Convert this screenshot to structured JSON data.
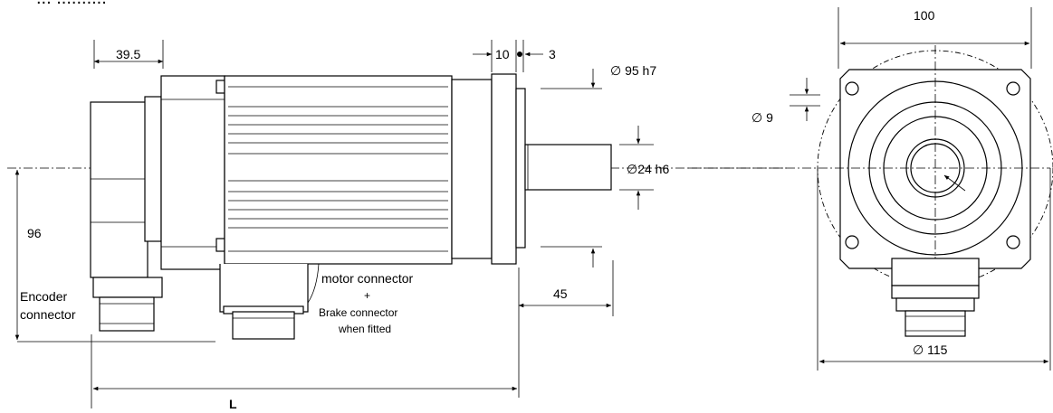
{
  "header_fragment": "... ..........",
  "side_view": {
    "dim_encoder_width": "39.5",
    "dim_flange_thickness": "10",
    "dim_flange_step": "3",
    "dim_spigot": "∅ 95 h7",
    "dim_shaft": "∅24 h6",
    "dim_height": "96",
    "dim_shaft_length": "45",
    "dim_overall_length": "L",
    "label_encoder_line1": "Encoder",
    "label_encoder_line2": "connector",
    "label_motor_line1": "motor connector",
    "label_motor_line2": "+",
    "label_motor_line3": "Brake connector",
    "label_motor_line4": "when fitted"
  },
  "front_view": {
    "dim_flange_square": "100",
    "dim_mount_hole": "∅ 9",
    "dim_pitch_circle": "∅ 115"
  },
  "colors": {
    "line": "#000000",
    "background": "#ffffff"
  }
}
